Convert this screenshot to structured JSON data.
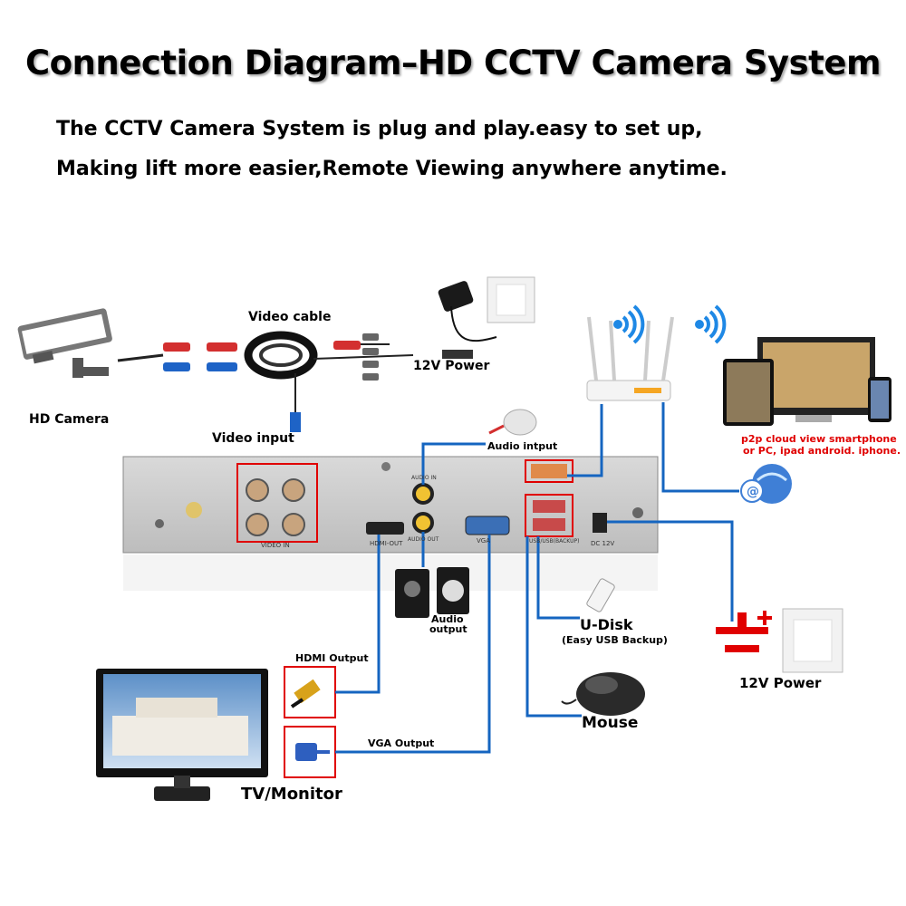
{
  "title": "Connection Diagram–HD CCTV Camera System",
  "subtitle_lines": [
    "The CCTV Camera System is plug and play.easy to set up,",
    "Making lift more easier,Remote Viewing anywhere anytime."
  ],
  "labels": {
    "hd_camera": "HD Camera",
    "video_cable": "Video cable",
    "video_input": "Video input",
    "power_top": "12V Power",
    "audio_input": "Audio intput",
    "p2p_line1": "p2p cloud view smartphone",
    "p2p_line2": "or PC, ipad android. iphone.",
    "audio_output_1": "Audio",
    "audio_output_2": "output",
    "udisk": "U-Disk",
    "udisk_sub": "(Easy USB Backup)",
    "mouse": "Mouse",
    "power_right": "12V Power",
    "hdmi_output": "HDMI Output",
    "vga_output": "VGA Output",
    "tv_monitor": "TV/Monitor"
  },
  "dvr_panel": {
    "video_in": "VIDEO IN",
    "hdmi_out": "HDMI-OUT",
    "vga": "VGA",
    "audio_in": "AUDIO IN",
    "audio_out": "AUDIO OUT",
    "usb": "USB/USB(BACKUP)",
    "dc": "DC 12V"
  },
  "colors": {
    "wire": "#1565c0",
    "highlight": "#e00000",
    "wifi": "#1e88e5"
  }
}
